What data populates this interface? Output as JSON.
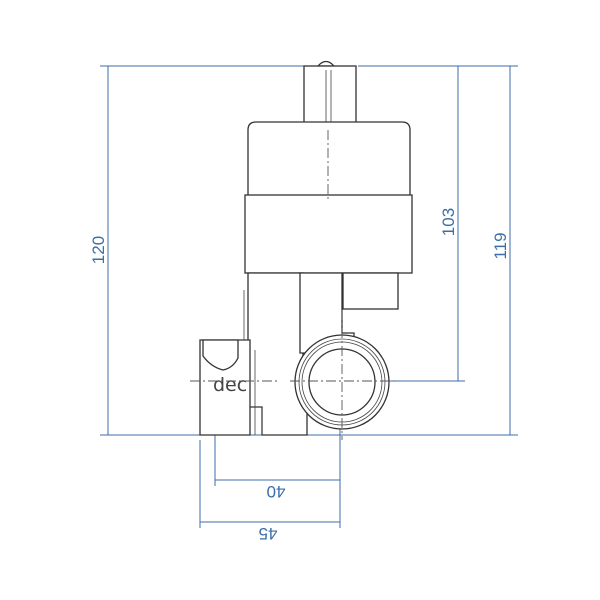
{
  "drawing": {
    "dimensions": {
      "total_height": "120",
      "height_to_center": "103",
      "height_right": "119",
      "width_inner": "40",
      "width_outer": "45"
    },
    "logo_text": "dec",
    "colors": {
      "dimension": "#3c6ea8",
      "outline": "#333333"
    }
  }
}
